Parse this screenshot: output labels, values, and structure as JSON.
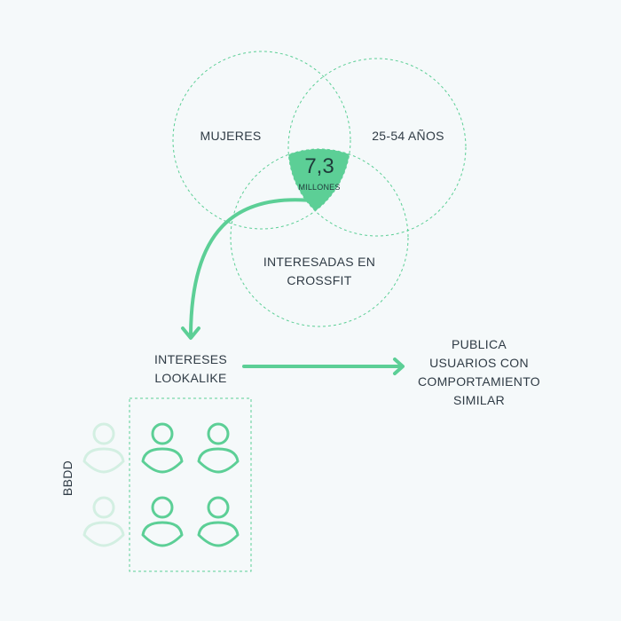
{
  "venn": {
    "sets": [
      "MUJERES",
      "25-54 AÑOS",
      "INTERESADAS EN CROSSFIT"
    ],
    "set_labels": {
      "mujeres": "MUJERES",
      "edad": "25-54 AÑOS",
      "crossfit_line1": "INTERESADAS EN",
      "crossfit_line2": "CROSSFIT"
    },
    "intersection": {
      "value": "7,3",
      "unit": "MILLONES"
    }
  },
  "flow": {
    "intereses_line1": "INTERESES",
    "intereses_line2": "LOOKALIKE",
    "publica_line1": "PUBLICA",
    "publica_line2": "USUARIOS CON",
    "publica_line3": "COMPORTAMIENTO",
    "publica_line4": "SIMILAR"
  },
  "database": {
    "label": "BBDD",
    "highlighted_users": 4,
    "faded_users": 2
  },
  "colors": {
    "accent": "#5ccf96",
    "faded": "#d3efe2",
    "text": "#2f3b45",
    "background": "#f5f9fa"
  }
}
